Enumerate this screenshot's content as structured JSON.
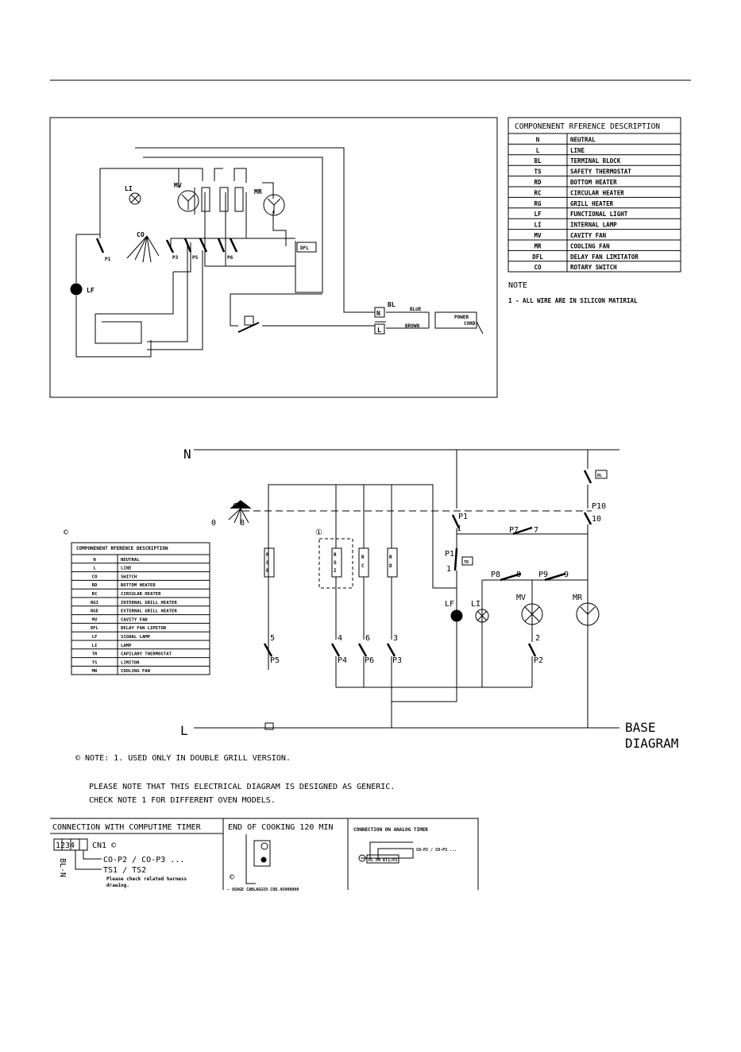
{
  "legend1": {
    "title": "COMPONENENT RFERENCE DESCRIPTION",
    "rows": [
      [
        "N",
        "NEUTRAL"
      ],
      [
        "L",
        "LINE"
      ],
      [
        "BL",
        "TERMINAL BLOCK"
      ],
      [
        "TS",
        "SAFETY THERMOSTAT"
      ],
      [
        "RD",
        "BOTTOM HEATER"
      ],
      [
        "RC",
        "CIRCULAR HEATER"
      ],
      [
        "RG",
        "GRILL HEATER"
      ],
      [
        "LF",
        "FUNCTIONAL LIGHT"
      ],
      [
        "LI",
        "INTERNAL LAMP"
      ],
      [
        "MV",
        "CAVITY FAN"
      ],
      [
        "MR",
        "COOLING FAN"
      ],
      [
        "DFL",
        "DELAY FAN LIMITATOR"
      ],
      [
        "CO",
        "ROTARY SWITCH"
      ]
    ]
  },
  "note1": {
    "title": "NOTE",
    "text": "1 - ALL WIRE ARE IN SILICON MATIRIAL"
  },
  "wiring": {
    "labels": {
      "li": "LI",
      "mv": "MV",
      "mr": "MR",
      "co": "CO",
      "lf": "LF",
      "dfl": "DFL",
      "bl": "BL",
      "blue": "BLUE",
      "brown": "BROWN",
      "power": "POWER",
      "cord": "CORD",
      "n": "N",
      "l": "L",
      "p1": "P1",
      "p3": "P3",
      "p5": "P5",
      "p6": "P6"
    }
  },
  "base": {
    "n": "N",
    "l": "L",
    "co": "CO",
    "co0": "0",
    "co8": "8",
    "title1": "BASE",
    "title2": "DIAGRAM",
    "p1a": "P1",
    "p1b": "P1",
    "p10": "P10",
    "p7": "P7",
    "p8": "P8",
    "p9": "P9",
    "n1": "1",
    "n1b": "1",
    "n7": "7",
    "n8": "8",
    "n9": "9",
    "n10": "10",
    "lf": "LF",
    "li": "LI",
    "mv": "MV",
    "mr": "MR",
    "tr": "TR",
    "dl": "DL",
    "p5": "P5",
    "p4": "P4",
    "p6": "P6",
    "p3": "P3",
    "p2": "P2",
    "n5": "5",
    "n4": "4",
    "n6": "6",
    "n3": "3",
    "n2": "2",
    "rge": [
      "R",
      "G",
      "E"
    ],
    "rgi": [
      "R",
      "G",
      "I"
    ],
    "rc": [
      "R",
      "C"
    ],
    "rd": [
      "R",
      "D"
    ],
    "copy": "©",
    "one": "①"
  },
  "legend2": {
    "title": "COMPONENENT RFERENCE DESCRIPTION",
    "rows": [
      [
        "N",
        "NEUTRAL"
      ],
      [
        "L",
        "LINE"
      ],
      [
        "CO",
        "SWITCH"
      ],
      [
        "RD",
        "BOTTOM HEATER"
      ],
      [
        "RC",
        "CIRCULAR HEATER"
      ],
      [
        "RGI",
        "INTERNAL GRILL HEATER"
      ],
      [
        "RGE",
        "EXTERNAL GRILL HEATER"
      ],
      [
        "MV",
        "CAVITY FAN"
      ],
      [
        "DFL",
        "DELAY FAN LIMITOR"
      ],
      [
        "LF",
        "SIGNAL LAMP"
      ],
      [
        "LI",
        "LAMP"
      ],
      [
        "TR",
        "CAPILARY THERMOSTAT"
      ],
      [
        "TS",
        "LIMITOR"
      ],
      [
        "MR",
        "COOLING FAN"
      ]
    ]
  },
  "notes": {
    "n1": "© NOTE:  1. USED ONLY IN DOUBLE GRILL VERSION.",
    "n2": "PLEASE NOTE THAT THIS ELECTRICAL DIAGRAM IS DESIGNED AS GENERIC.",
    "n3": "CHECK NOTE 1 FOR DIFFERENT OVEN MODELS."
  },
  "bottom": {
    "t1": "CONNECTION WITH COMPUTIME TIMER",
    "t2": "END OF COOKING 120 MIN",
    "t3": "CONNECTION ON ANALOG TIMER",
    "pins": "1234",
    "cn1": "CN1 ©",
    "co": "CO-P2 / CO-P3 ...",
    "ts": "TS1 / TS2",
    "bln": "BL-N",
    "check1": "Please check related harness",
    "check2": "drawing.",
    "usage": "- USAGE CABLAGGIO COD.45000000",
    "copy": "©",
    "analog_co": "CO-P2 / CO-P3 ...",
    "analog_pins": "PL PM RT1/P3"
  }
}
